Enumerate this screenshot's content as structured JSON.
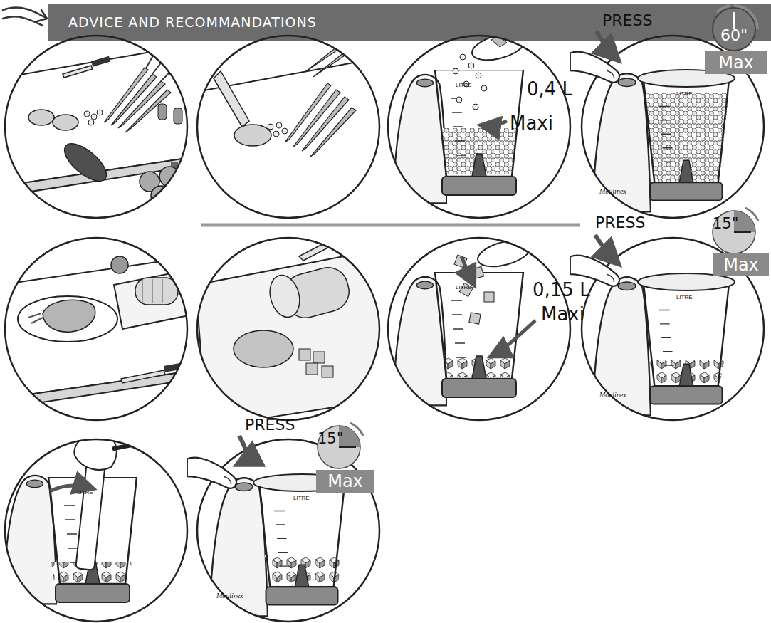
{
  "diagram": {
    "title": "ADVICE AND RECOMMANDATIONS",
    "nodes": [
      {
        "text": [
          "60\""
        ]
      },
      {
        "text": [
          "Max"
        ]
      },
      {
        "text": [
          "15\""
        ]
      },
      {
        "text": [
          "Max"
        ]
      },
      {
        "text": [
          "15\""
        ]
      },
      {
        "text": [
          "Max"
        ]
      }
    ],
    "labels": [
      "0,4 L",
      "Maxi",
      "LITRE",
      "PRESS",
      "LITRE",
      "Moulinex",
      "0,15 L",
      "Maxi",
      "LITRE",
      "PRESS",
      "LITRE",
      "Moulinex",
      "LITRE",
      "PRESS",
      "LITRE",
      "Moulinex"
    ]
  }
}
